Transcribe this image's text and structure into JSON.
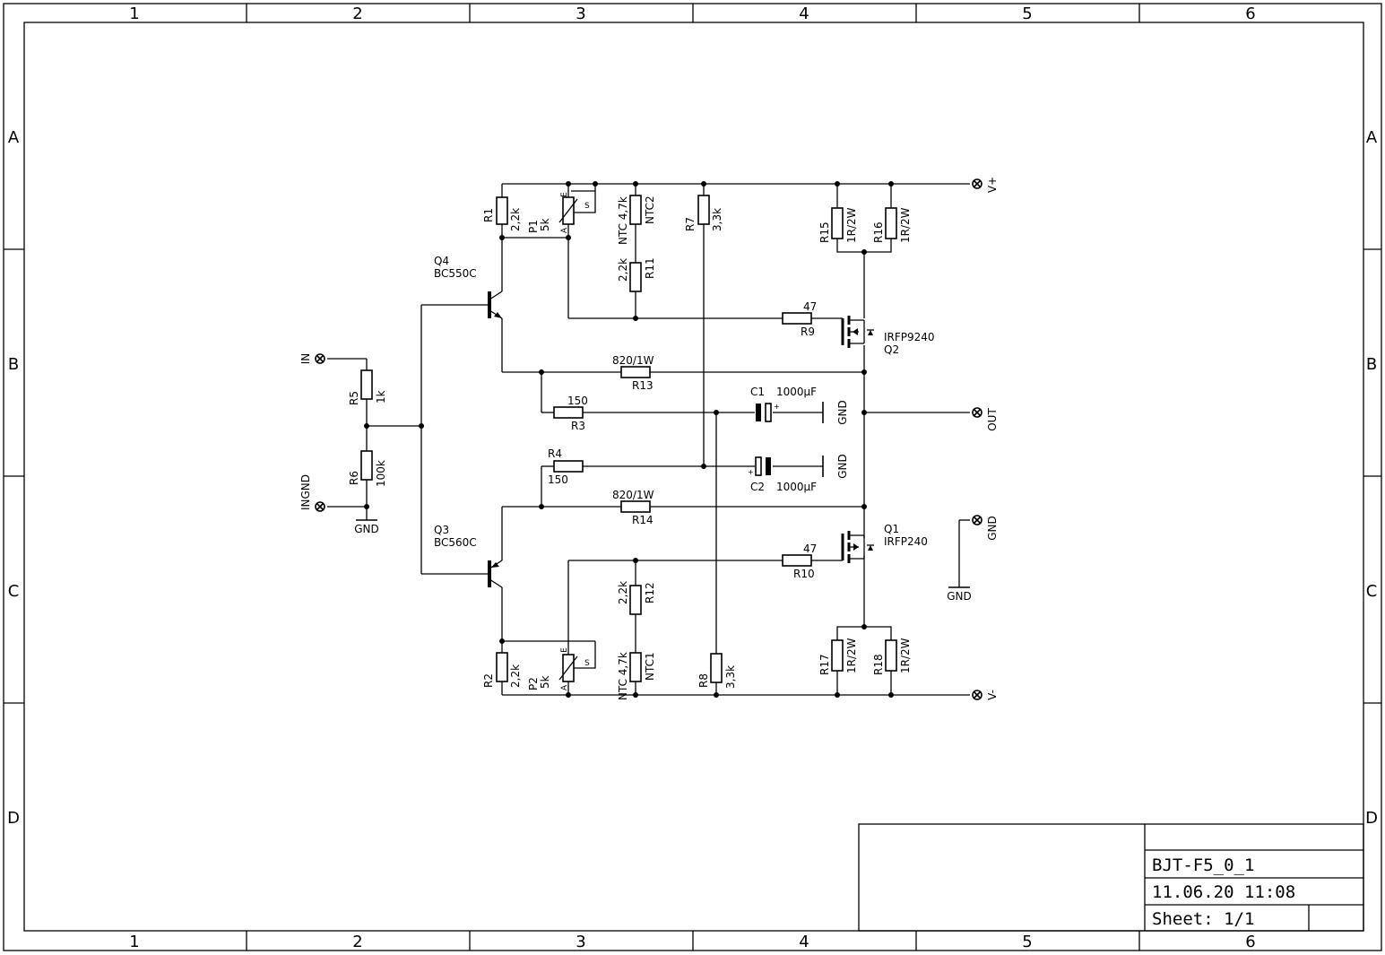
{
  "frame": {
    "columns": [
      "1",
      "2",
      "3",
      "4",
      "5",
      "6"
    ],
    "rows": [
      "A",
      "B",
      "C",
      "D"
    ]
  },
  "title_block": {
    "title": "BJT-F5_0_1",
    "datetime": "11.06.20 11:08",
    "sheet": "Sheet: 1/1"
  },
  "connectors": {
    "in": "IN",
    "ingnd": "INGND",
    "vplus": "V+",
    "vminus": "V-",
    "out": "OUT",
    "gnd": "GND"
  },
  "gnd_symbols": {
    "input": "GND",
    "c1": "GND",
    "c2": "GND",
    "right": "GND"
  },
  "components": {
    "r1": {
      "name": "R1",
      "value": "2,2k"
    },
    "r2": {
      "name": "R2",
      "value": "2,2k"
    },
    "r3": {
      "name": "R3",
      "value": "150"
    },
    "r4": {
      "name": "R4",
      "value": "150"
    },
    "r5": {
      "name": "R5",
      "value": "1k"
    },
    "r6": {
      "name": "R6",
      "value": "100k"
    },
    "r7": {
      "name": "R7",
      "value": "3,3k"
    },
    "r8": {
      "name": "R8",
      "value": "3,3k"
    },
    "r9": {
      "name": "R9",
      "value": "47"
    },
    "r10": {
      "name": "R10",
      "value": "47"
    },
    "r11": {
      "name": "R11",
      "value": "2,2k"
    },
    "r12": {
      "name": "R12",
      "value": "2,2k"
    },
    "r13": {
      "name": "R13",
      "value": "820/1W"
    },
    "r14": {
      "name": "R14",
      "value": "820/1W"
    },
    "r15": {
      "name": "R15",
      "value": "1R/2W"
    },
    "r16": {
      "name": "R16",
      "value": "1R/2W"
    },
    "r17": {
      "name": "R17",
      "value": "1R/2W"
    },
    "r18": {
      "name": "R18",
      "value": "1R/2W"
    },
    "ntc1": {
      "name": "NTC1",
      "value": "NTC 4,7k"
    },
    "ntc2": {
      "name": "NTC2",
      "value": "NTC 4,7k"
    },
    "p1": {
      "name": "P1",
      "value": "5k"
    },
    "p2": {
      "name": "P2",
      "value": "5k"
    },
    "c1": {
      "name": "C1",
      "value": "1000µF"
    },
    "c2": {
      "name": "C2",
      "value": "1000µF"
    },
    "q1": {
      "name": "Q1",
      "value": "IRFP240"
    },
    "q2": {
      "name": "Q2",
      "value": "IRFP9240"
    },
    "q3": {
      "name": "Q3",
      "value": "BC560C"
    },
    "q4": {
      "name": "Q4",
      "value": "BC550C"
    }
  },
  "pot_pins": {
    "a": "A",
    "e": "E",
    "s": "S"
  }
}
